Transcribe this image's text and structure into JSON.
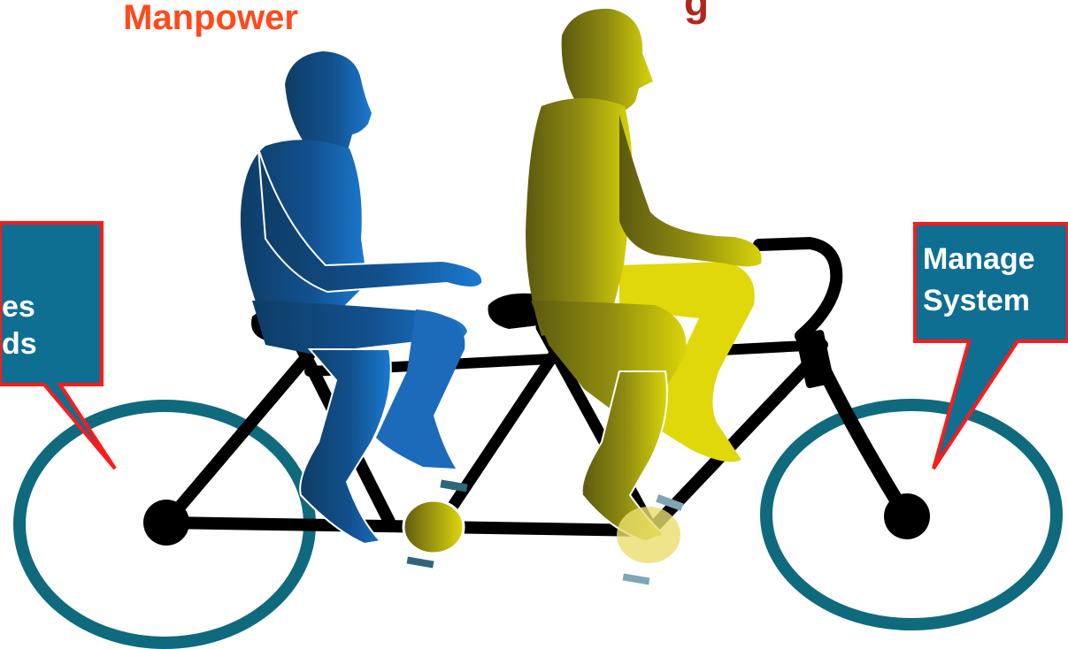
{
  "labels": {
    "top_left": "Manpower",
    "top_right_partial": "g",
    "left_callout_line1": "es",
    "left_callout_line2": "ds",
    "right_callout_line1": "Manage",
    "right_callout_line2": "System"
  },
  "colors": {
    "top_label": "#ff4a1c",
    "top_right_label": "#b0271c",
    "callout_fill": "#0e6f92",
    "callout_border": "#ff1a1a",
    "callout_text": "#ffffff",
    "wheel": "#0f6a7d",
    "frame": "#000000",
    "rider_back": "#1557a0",
    "rider_front": "#9a9a12",
    "front_leg": "#e0d80a",
    "pedal_accent": "#7ea7b4"
  }
}
